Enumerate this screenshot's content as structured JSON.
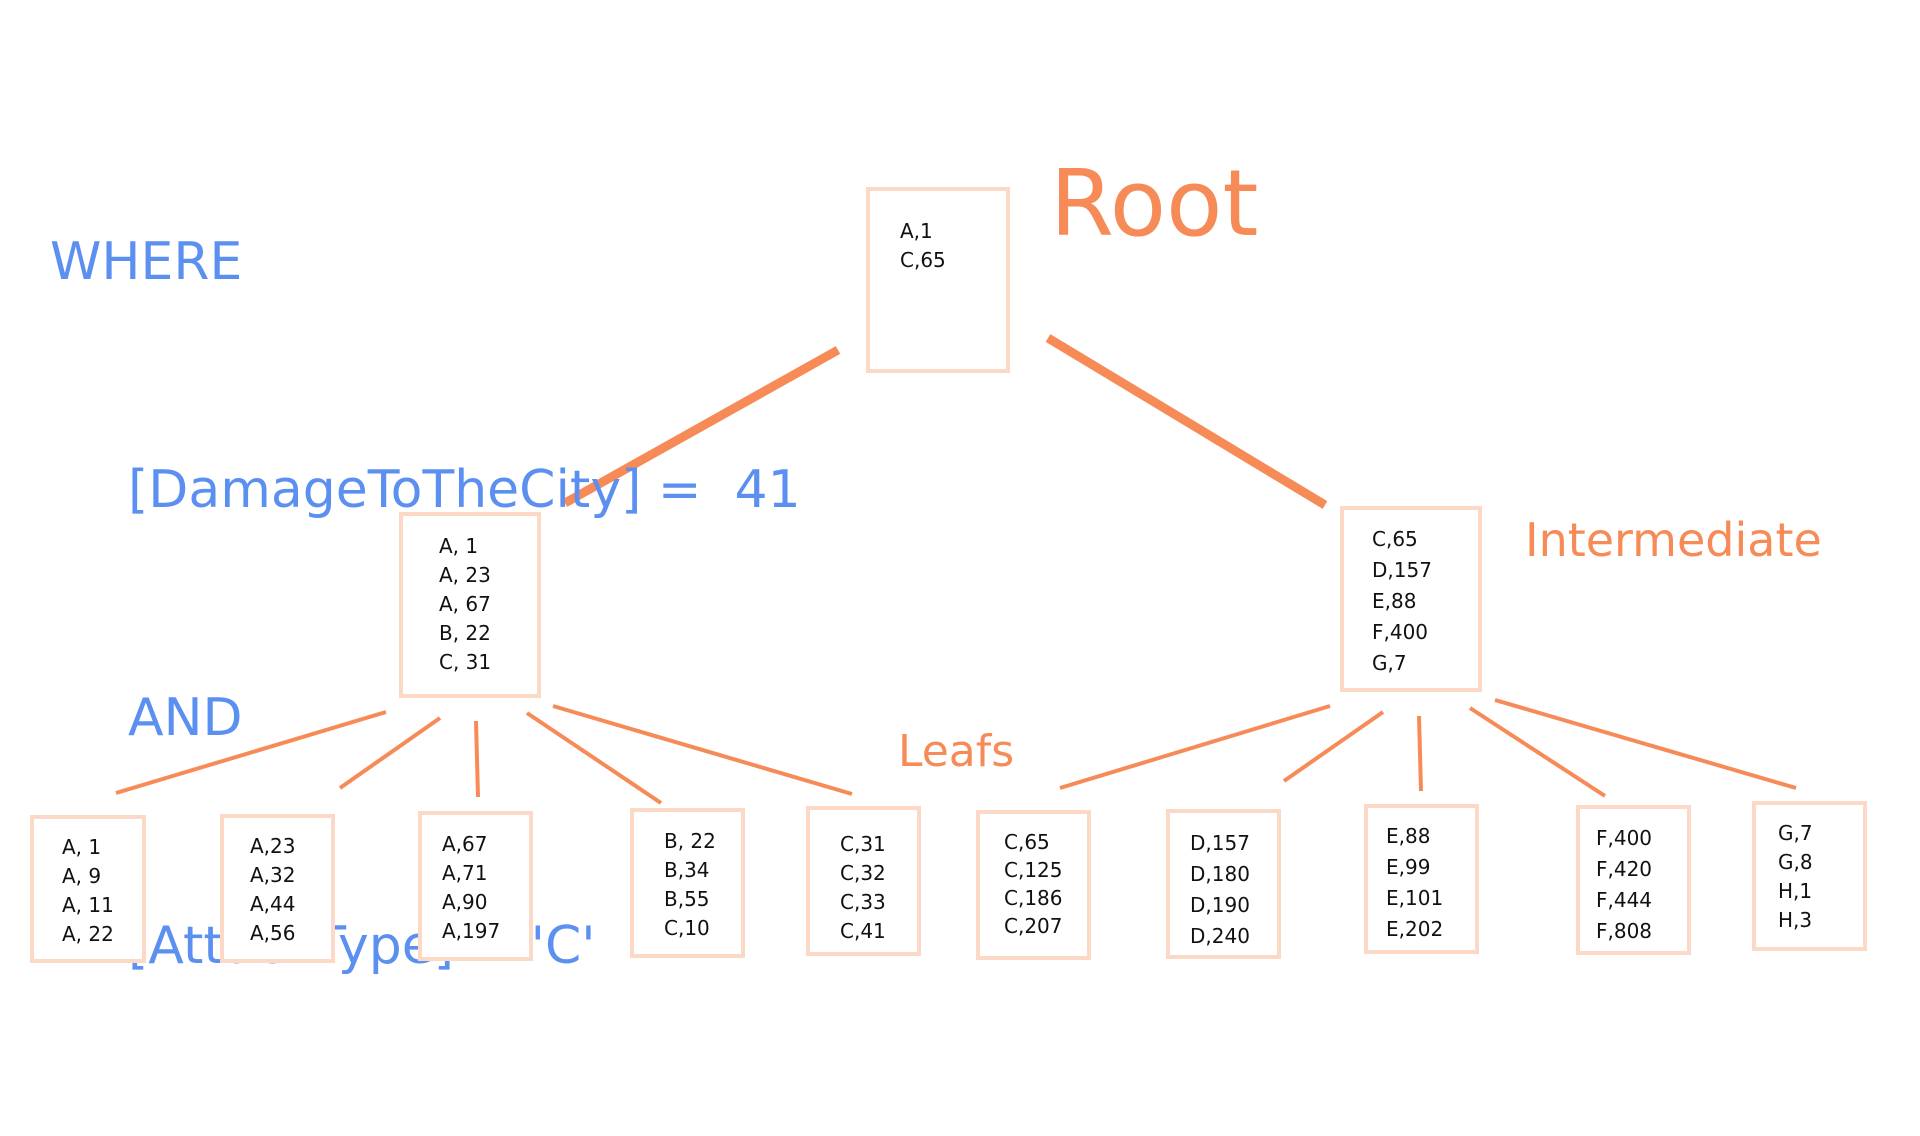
{
  "query": {
    "lines": [
      "WHERE",
      "[DamageToTheCity] =  41",
      "AND",
      "[AttackType] = 'C'"
    ]
  },
  "labels": {
    "root": "Root",
    "intermediate": "Intermediate",
    "leafs": "Leafs"
  },
  "colors": {
    "query_text": "#5b8ff0",
    "accent_orange": "#f68b58",
    "node_border": "#fbd9c6"
  },
  "root": {
    "entries": [
      "A,1",
      "C,65"
    ]
  },
  "intermediate": [
    {
      "entries": [
        "A, 1",
        "A, 23",
        "A, 67",
        "B, 22",
        "C, 31"
      ]
    },
    {
      "entries": [
        "C,65",
        "D,157",
        "E,88",
        "F,400",
        "G,7"
      ]
    }
  ],
  "leaves": [
    {
      "entries": [
        "A, 1",
        "A, 9",
        "A, 11",
        "A, 22"
      ]
    },
    {
      "entries": [
        "A,23",
        "A,32",
        "A,44",
        "A,56"
      ]
    },
    {
      "entries": [
        "A,67",
        "A,71",
        "A,90",
        "A,197"
      ]
    },
    {
      "entries": [
        "B, 22",
        "B,34",
        "B,55",
        "C,10"
      ]
    },
    {
      "entries": [
        "C,31",
        "C,32",
        "C,33",
        "C,41"
      ]
    },
    {
      "entries": [
        "C,65",
        "C,125",
        "C,186",
        "C,207"
      ]
    },
    {
      "entries": [
        "D,157",
        "D,180",
        "D,190",
        "D,240"
      ]
    },
    {
      "entries": [
        "E,88",
        "E,99",
        "E,101",
        "E,202"
      ]
    },
    {
      "entries": [
        "F,400",
        "F,420",
        "F,444",
        "F,808"
      ]
    },
    {
      "entries": [
        "G,7",
        "G,8",
        "H,1",
        "H,3"
      ]
    }
  ]
}
